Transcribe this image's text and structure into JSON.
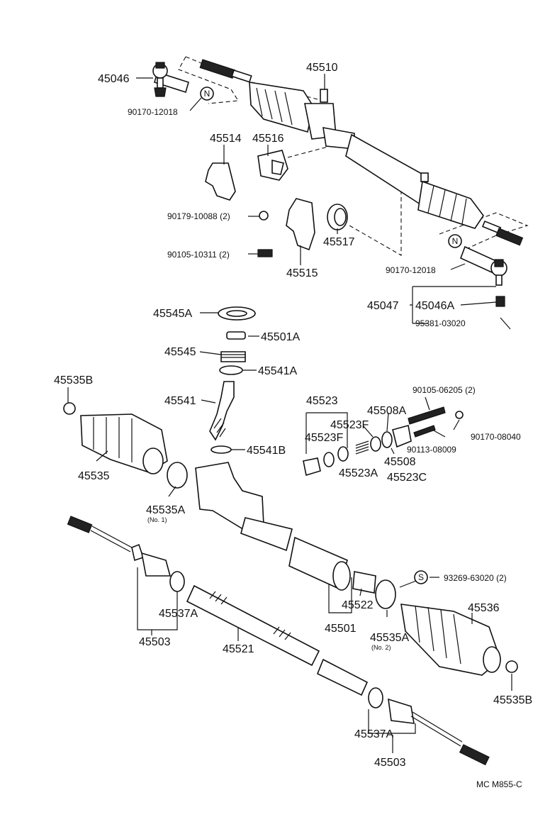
{
  "diagram": {
    "corner_code": "MC M855-C",
    "labels": {
      "p45046": "45046",
      "p90170_top": "90170-12018",
      "p45510": "45510",
      "p45514": "45514",
      "p45516": "45516",
      "p90179": "90179-10088 (2)",
      "p90105_10311": "90105-10311 (2)",
      "p45515": "45515",
      "p45517": "45517",
      "p90170_right": "90170-12018",
      "p45047": "45047",
      "p45046A": "45046A",
      "p95381": "95381-03020",
      "p45545A": "45545A",
      "p45501A": "45501A",
      "p45545": "45545",
      "p45541A": "45541A",
      "p45541": "45541",
      "p45541B": "45541B",
      "p45535B_top": "45535B",
      "p45535": "45535",
      "p45535A_1": "45535A",
      "p45535A_1_note": "(No. 1)",
      "p45523": "45523",
      "p45523F_a": "45523F",
      "p45523F_b": "45523F",
      "p45523A": "45523A",
      "p45523C": "45523C",
      "p45508A": "45508A",
      "p45508": "45508",
      "p90105_06205": "90105-06205 (2)",
      "p90170_08040": "90170-08040",
      "p90113_08009": "90113-08009",
      "p93269": "93269-63020 (2)",
      "p45522": "45522",
      "p45501": "45501",
      "p45535A_2": "45535A",
      "p45535A_2_note": "(No. 2)",
      "p45536": "45536",
      "p45535B_bottom": "45535B",
      "p45537A_left": "45537A",
      "p45503_left": "45503",
      "p45521": "45521",
      "p45537A_right": "45537A",
      "p45503_right": "45503"
    },
    "badges": {
      "n_mark": "N",
      "s_mark": "S"
    }
  }
}
